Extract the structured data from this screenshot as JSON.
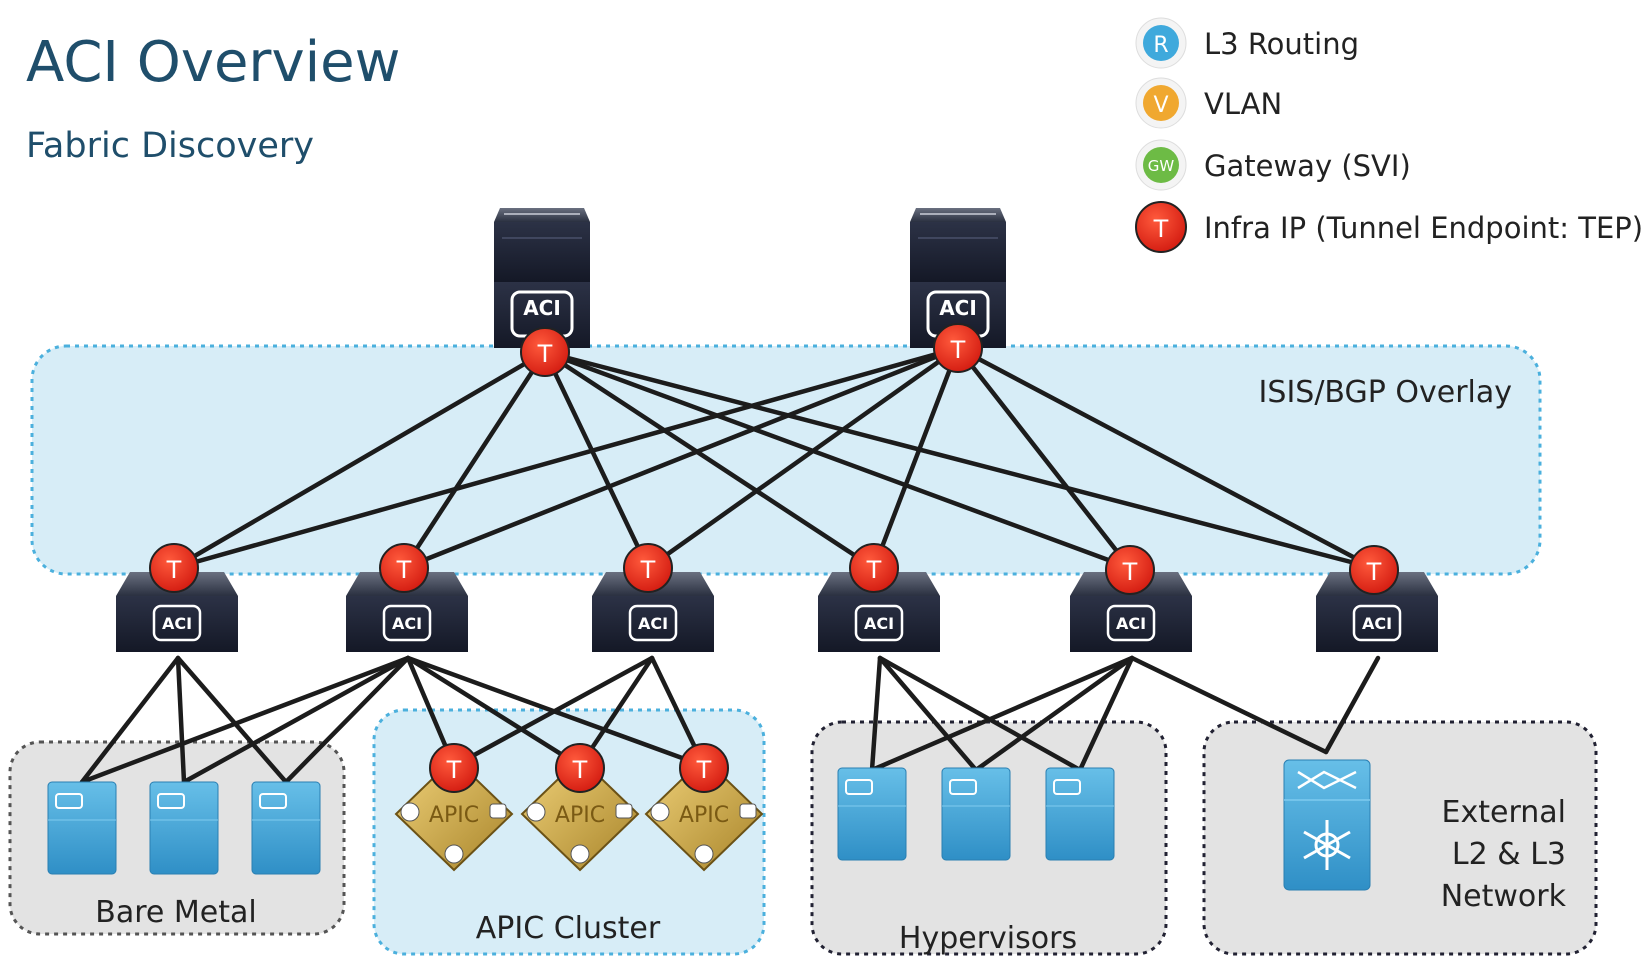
{
  "header": {
    "title": "ACI Overview",
    "subtitle": "Fabric Discovery"
  },
  "legend": [
    {
      "badge": "R",
      "label": "L3 Routing",
      "color": "#3fa9dc"
    },
    {
      "badge": "V",
      "label": "VLAN",
      "color": "#f0a830"
    },
    {
      "badge": "GW",
      "label": "Gateway (SVI)",
      "color": "#6dbb45"
    },
    {
      "badge": "T",
      "label": "Infra IP (Tunnel Endpoint: TEP)",
      "color": "#e02418"
    }
  ],
  "overlay_label": "ISIS/BGP Overlay",
  "device_text": {
    "aci": "ACI",
    "apic": "APIC",
    "tep": "T"
  },
  "zones": {
    "bare_metal": "Bare Metal",
    "apic_cluster": "APIC Cluster",
    "hypervisors": "Hypervisors",
    "external": [
      "External",
      "L2 & L3",
      "Network"
    ]
  },
  "colors": {
    "title": "#1f4e6b",
    "overlay_fill": "#d7edf7",
    "overlay_border": "#4bb0dd",
    "zone_fill": "#e3e3e3",
    "tep": "#e02418",
    "server": "#4aa8d8",
    "switch_dark": "#1e2436"
  }
}
